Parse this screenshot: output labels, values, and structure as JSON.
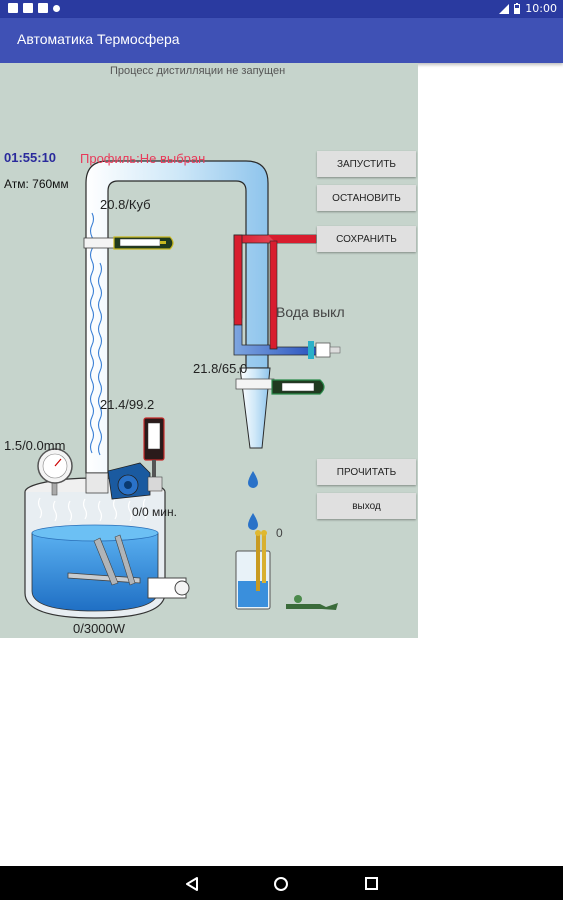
{
  "status_bar": {
    "time": "10:00",
    "icons": [
      "notification-icon",
      "notification-icon",
      "notification-icon",
      "notification-icon",
      "signal-icon",
      "battery-icon"
    ]
  },
  "app_bar": {
    "title": "Автоматика Термосфера"
  },
  "process": {
    "status_text": "Процесс дистилляции не запущен",
    "timer": "01:55:10",
    "profile": "Профиль:Не выбран",
    "atm": "Атм: 760мм",
    "column_temp": "20.8/Куб",
    "head_temp": "21.8/65.0",
    "cube_temp": "21.4/99.2",
    "pressure": "1.5/0.0mm",
    "water": "Вода выкл",
    "time_min": "0/0 мин.",
    "drops": "0",
    "power": "0/3000W"
  },
  "buttons": {
    "start": "ЗАПУСТИТЬ",
    "stop": "ОСТАНОВИТЬ",
    "save": "СОХРАНИТЬ",
    "read": "ПРОЧИТАТЬ",
    "exit": "ВЫХОД"
  },
  "colors": {
    "primary": "#3f51b5",
    "status_bar": "#2a3aa0",
    "panel": "#c6d4cc",
    "water": "#3a8fdc",
    "hot": "#d81d2e",
    "cold": "#2a52be",
    "profile_text": "#e83a5a",
    "timer_text": "#2a2a9c"
  }
}
